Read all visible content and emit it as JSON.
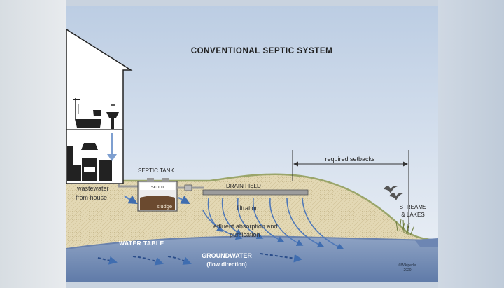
{
  "title": "CONVENTIONAL SEPTIC SYSTEM",
  "labels": {
    "septic_tank": "SEPTIC TANK",
    "scum": "scum",
    "sludge": "sludge",
    "wastewater_line1": "wastewater",
    "wastewater_line2": "from house",
    "drain_field": "DRAIN FIELD",
    "filtration": "filtration",
    "effluent_line1": "effluent absorption and",
    "effluent_line2": "purification",
    "required_setbacks": "required setbacks",
    "streams_line1": "STREAMS",
    "streams_line2": "& LAKES",
    "water_table": "WATER TABLE",
    "groundwater": "GROUNDWATER",
    "flow_direction": "(flow direction)",
    "credit_line1": "©Wikipedia",
    "credit_line2": "2020"
  },
  "colors": {
    "sky_top": "#c3d3e6",
    "sky_bottom": "#e9eef4",
    "soil": "#e2d7b3",
    "groundwater": "#7d93b8",
    "groundwater_dark": "#4d6a9c",
    "sludge": "#6b4a2f",
    "arrow_blue": "#3f6db0",
    "text_dark": "#2a2a2a"
  }
}
